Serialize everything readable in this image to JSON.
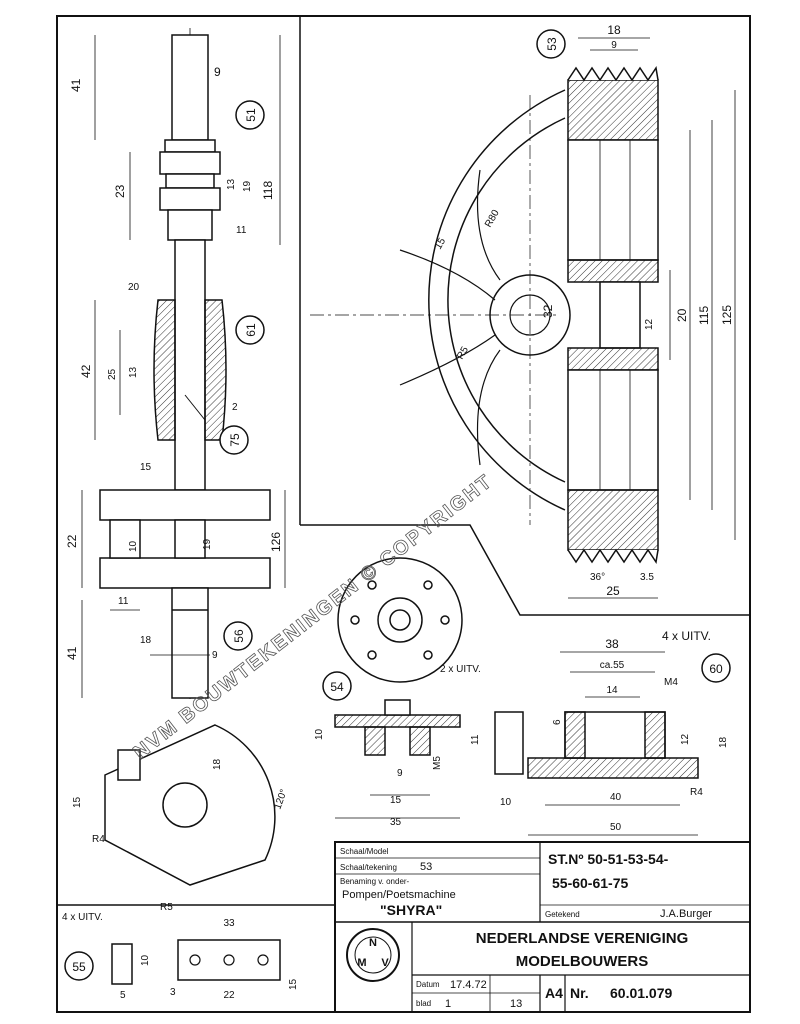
{
  "part_tags": {
    "p51": "51",
    "p61": "61",
    "p75": "75",
    "p56": "56",
    "p53": "53",
    "p54": "54",
    "p60": "60",
    "p55": "55"
  },
  "dims": {
    "shaft_top_41": "41",
    "shaft_9a": "9",
    "shaft_23": "23",
    "shaft_13": "13",
    "shaft_19": "19",
    "shaft_118": "118",
    "shaft_11": "11",
    "shaft_20": "20",
    "shaft_42": "42",
    "shaft_25": "25",
    "shaft_13b": "13",
    "shaft_2": "2",
    "shaft_15": "15",
    "shaft_22": "22",
    "shaft_10": "10",
    "shaft_19b": "19",
    "shaft_126": "126",
    "shaft_11b": "11",
    "shaft_18": "18",
    "shaft_41b": "41",
    "shaft_9b": "9",
    "pulley_18": "18",
    "pulley_9": "9",
    "pulley_32": "32",
    "pulley_12": "12",
    "pulley_20": "20",
    "pulley_115": "115",
    "pulley_125": "125",
    "pulley_angle": "36°",
    "pulley_35": "3.5",
    "pulley_25": "25",
    "pulley_r5": "R5",
    "wheel_15": "15",
    "wheel_r80": "R80",
    "hub_uitv": "2 x UITV.",
    "hub_10": "10",
    "hub_9": "9",
    "hub_15": "15",
    "hub_35": "35",
    "hub_11": "11",
    "hub_m5": "M5",
    "block_10": "10",
    "p60_uitv": "4 x UITV.",
    "p60_38": "38",
    "p60_ca55": "ca.55",
    "p60_14": "14",
    "p60_m4": "M4",
    "p60_6": "6",
    "p60_12": "12",
    "p60_18": "18",
    "p60_40": "40",
    "p60_50": "50",
    "p60_r4": "R4",
    "lever_18": "18",
    "lever_15": "15",
    "lever_120": "120°",
    "lever_r4": "R4",
    "lever_r5": "R5",
    "p55_uitv": "4 x UITV.",
    "p55_33": "33",
    "p55_10": "10",
    "p55_3": "3",
    "p55_22": "22",
    "p55_5": "5",
    "p55_15": "15"
  },
  "title_block": {
    "label_1": "Schaal/Model",
    "label_2": "Schaal/tekening",
    "value_2": "53",
    "label_3": "Benaming v. onder-",
    "name": "Pompen/Poetsmachine",
    "name_quoted": "\"SHYRA\"",
    "st_no_line1": "ST.Nº 50-51-53-54-",
    "st_no_line2": "55-60-61-75",
    "getekend_label": "Getekend",
    "drawer": "J.A.Burger",
    "org_line1": "NEDERLANDSE VERENIGING",
    "org_line2": "MODELBOUWERS",
    "logo_top": "N",
    "logo_left": "M",
    "logo_right": "V",
    "date_label": "Datum",
    "date": "17.4.72",
    "sheet_label": "blad",
    "sheet_of": "1",
    "sheet_total": "13",
    "format": "A4",
    "nr_label": "Nr.",
    "nr_value": "60.01.079"
  },
  "watermark": "NVM BOUWTEKENINGEN  ©  COPYRIGHT"
}
